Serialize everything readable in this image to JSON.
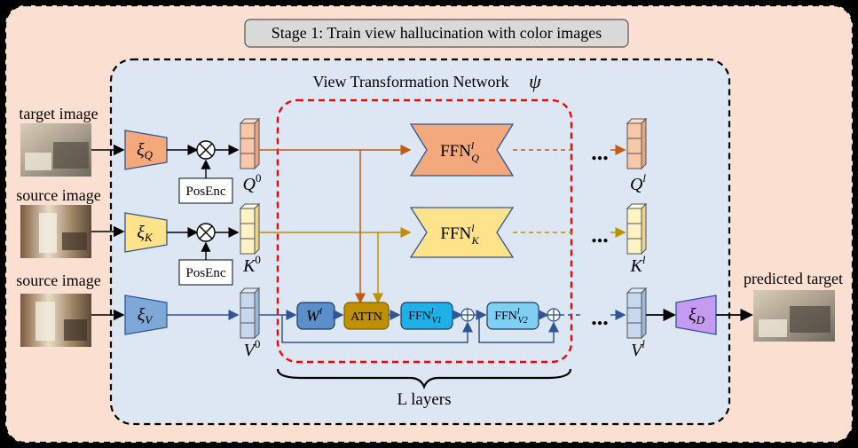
{
  "stage_title": "Stage 1: Train view hallucination with color images",
  "network_title": "View Transformation Network",
  "network_symbol": "ψ",
  "inputs": {
    "target_label": "target image",
    "source1_label": "source image",
    "source2_label": "source image"
  },
  "output_label": "predicted target",
  "encoders": {
    "q": "ξ",
    "q_sub": "Q",
    "k": "ξ",
    "k_sub": "K",
    "v": "ξ",
    "v_sub": "V",
    "d": "ξ",
    "d_sub": "D"
  },
  "posenc": [
    "PosEnc",
    "PosEnc"
  ],
  "tokens": {
    "q0": "Q",
    "q0_sup": "0",
    "k0": "K",
    "k0_sup": "0",
    "v0": "V",
    "v0_sup": "0",
    "ql": "Q",
    "ql_sup": "l",
    "kl": "K",
    "kl_sup": "l",
    "vl": "V",
    "vl_sup": "l"
  },
  "blocks": {
    "ffn": "FFN",
    "ffn_q_sup": "l",
    "ffn_q_sub": "Q",
    "ffn_k_sup": "l",
    "ffn_k_sub": "K",
    "w": "W",
    "w_sup": "l",
    "attn": "ATTN",
    "ffn_v1_sup": "l",
    "ffn_v1_sub": "V1",
    "ffn_v2_sup": "l",
    "ffn_v2_sub": "V2"
  },
  "ellipsis": "...",
  "layers_label": "L layers",
  "colors": {
    "outer_bg": "#fbe0d1",
    "network_bg": "#dde7f3",
    "q": "#f4a97c",
    "k": "#ffe38a",
    "v": "#7ea8d6",
    "d": "#c59bf1",
    "attn": "#bf9000",
    "w": "#5b8fc9",
    "ffn_v1": "#1fb0e8",
    "ffn_v2": "#7fcff2",
    "q_line": "#c55a11",
    "k_line": "#bf9000",
    "v_line": "#2f5597",
    "dashed_red": "#ff0000"
  }
}
